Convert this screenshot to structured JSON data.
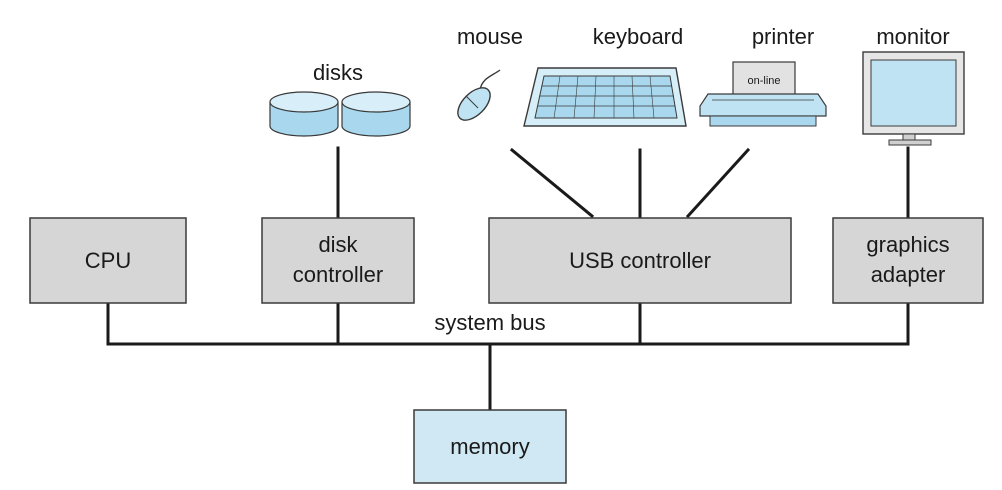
{
  "components": {
    "cpu": "CPU",
    "disk_controller": [
      "disk",
      "controller"
    ],
    "usb_controller": "USB controller",
    "graphics_adapter": [
      "graphics",
      "adapter"
    ],
    "memory": "memory"
  },
  "bus_label": "system bus",
  "devices": {
    "disks": "disks",
    "mouse": "mouse",
    "keyboard": "keyboard",
    "printer": "printer",
    "printer_panel": "on-line",
    "monitor": "monitor"
  },
  "colors": {
    "controller_fill": "#d6d6d6",
    "memory_fill": "#cfe8f4",
    "disk_fill": "#a9d8ee",
    "line": "#1a1a1a"
  }
}
